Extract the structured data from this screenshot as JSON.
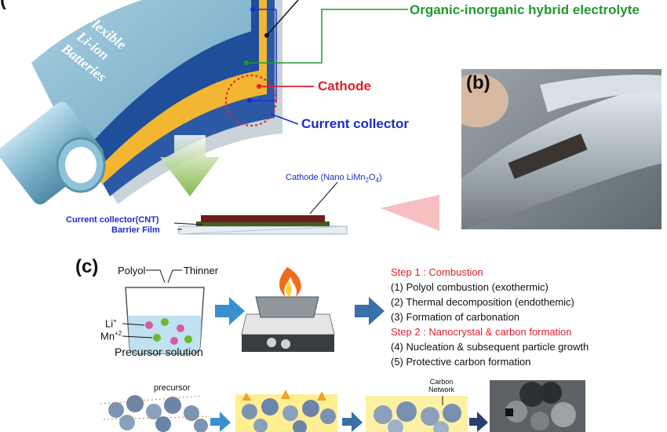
{
  "panel_a": {
    "letter_fragment": "(",
    "roll_text": [
      "Flexible",
      "Li-ion",
      "Batteries"
    ],
    "label_electrolyte": "Organic-inorganic hybrid electrolyte",
    "label_cathode": "Cathode",
    "label_current_collector": "Current collector",
    "cathode_nano_prefix": "Cathode (Nano LiMn",
    "cathode_nano_sub1": "2",
    "cathode_nano_mid": "O",
    "cathode_nano_sub2": "4",
    "cathode_nano_suffix": ")",
    "label_cnt": "Current collector(CNT)",
    "label_barrier": "Barrier Film"
  },
  "panel_b": {
    "letter": "(b)"
  },
  "panel_c": {
    "letter": "(c)",
    "polyol": "Polyol",
    "thinner": "Thinner",
    "li_base": "Li",
    "li_sup": "+",
    "mn_base": "Mn",
    "mn_sup": "+2",
    "precursor_solution": "Precursor solution",
    "precursor": "precursor",
    "carbon_network_line1": "Carbon",
    "carbon_network_line2": "Network",
    "step1_title": "Step 1 : Combustion",
    "step1_items": [
      "(1) Polyol combustion (exothermic)",
      "(2) Thermal decomposition (endothemic)",
      "(3) Formation of carbonation"
    ],
    "step2_title": "Step 2 : Nanocrystal & carbon formation",
    "step2_items": [
      "(4) Nucleation & subsequent particle growth",
      "(5) Protective carbon formation"
    ]
  },
  "colors": {
    "green": "#1e9a2e",
    "red": "#e0202a",
    "blue": "#1a2bd0",
    "arrow_blue": "#3a8fd0"
  }
}
